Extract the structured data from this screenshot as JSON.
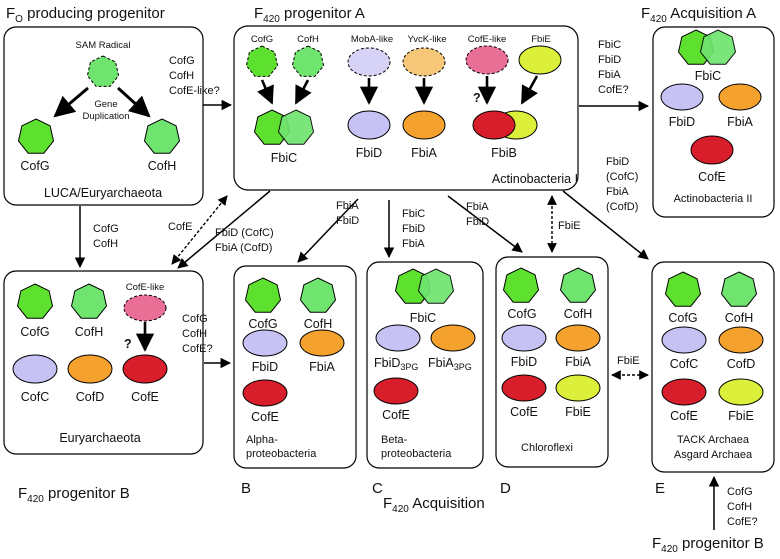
{
  "colors": {
    "cofG": "#5ee02e",
    "cofH": "#6fe46f",
    "radical": "#6fe46f",
    "fbiD": "#c6c2f4",
    "fbiA": "#f5a12e",
    "cofE": "#d81e2a",
    "fbiE": "#dcef3a",
    "cofElike": "#ea6f97",
    "mobA": "#d6d3f7",
    "yvcK": "#f6c778"
  },
  "titles": {
    "fo_progenitor": "F",
    "fo_sub": "O",
    "fo_rest": " producing progenitor",
    "p420_a": "F",
    "p420_a_sub": "420",
    "p420_a_rest": " progenitor A",
    "acq_a": "F",
    "acq_a_sub": "420",
    "acq_a_rest": " Acquisition A",
    "prog_b": "F",
    "prog_b_sub": "420",
    "prog_b_rest": " progenitor B",
    "acq": "F",
    "acq_sub": "420",
    "acq_rest": " Acquisition",
    "prog_b2": "F",
    "prog_b2_sub": "420",
    "prog_b2_rest": " progenitor B"
  },
  "panel_fo": {
    "sam_radical": "SAM Radical",
    "gene": "Gene",
    "duplication": "Duplication",
    "cofg": "CofG",
    "cofh": "CofH",
    "footer": "LUCA/Euryarchaeota"
  },
  "panel_a": {
    "cofg": "CofG",
    "cofh": "CofH",
    "moba": "MobA-like",
    "yvck": "YvcK-like",
    "cofe_like": "CofE-like",
    "fbie": "FbiE",
    "q": "?",
    "fbic": "FbiC",
    "fbid": "FbiD",
    "fbia": "FbiA",
    "fbib": "FbiB",
    "footer": "Actinobacteria I"
  },
  "panel_acq_a": {
    "fbic": "FbiC",
    "fbid": "FbiD",
    "fbia": "FbiA",
    "cofe": "CofE",
    "footer": "Actinobacteria II"
  },
  "panel_b_prog": {
    "cofg": "CofG",
    "cofh": "CofH",
    "cofe_like": "CofE-like",
    "q": "?",
    "cofc": "CofC",
    "cofd": "CofD",
    "cofe": "CofE",
    "footer": "Euryarchaeota"
  },
  "panel_B": {
    "cofg": "CofG",
    "cofh": "CofH",
    "fbid": "FbiD",
    "fbia": "FbiA",
    "cofe": "CofE",
    "footer1": "Alpha-",
    "footer2": "proteobacteria",
    "letter": "B"
  },
  "panel_C": {
    "fbic": "FbiC",
    "fbid": "FbiD",
    "fbid_sub": "3PG",
    "fbia": "FbiA",
    "fbia_sub": "3PG",
    "cofe": "CofE",
    "footer1": "Beta-",
    "footer2": "proteobacteria",
    "letter": "C"
  },
  "panel_D": {
    "cofg": "CofG",
    "cofh": "CofH",
    "fbid": "FbiD",
    "fbia": "FbiA",
    "cofe": "CofE",
    "fbie": "FbiE",
    "footer": "Chloroflexi",
    "letter": "D"
  },
  "panel_E": {
    "cofg": "CofG",
    "cofh": "CofH",
    "cofc": "CofC",
    "cofd": "CofD",
    "cofe": "CofE",
    "fbie": "FbiE",
    "footer1": "TACK Archaea",
    "footer2": "Asgard Archaea",
    "letter": "E"
  },
  "arrows": {
    "fo_to_a": [
      "CofG",
      "CofH",
      "CofE-like?"
    ],
    "a_to_acq": [
      "FbiC",
      "FbiD",
      "FbiA",
      "CofE?"
    ],
    "fo_to_b": [
      "CofG",
      "CofH"
    ],
    "cofe_diag": "CofE",
    "a_to_b": [
      "FbiD (CofC)",
      "FbiA (CofD)"
    ],
    "a_to_B": [
      "FbiA",
      "FbiD"
    ],
    "a_to_C": [
      "FbiC",
      "FbiD",
      "FbiA"
    ],
    "a_to_D": [
      "FbiA",
      "FbiD"
    ],
    "fbie_vert": "FbiE",
    "a_to_E": [
      "FbiD",
      "(CofC)",
      "FbiA",
      "(CofD)"
    ],
    "b_to_B": [
      "CofG",
      "CofH",
      "CofE?"
    ],
    "fbie_horiz": "FbiE",
    "b2_to_E": [
      "CofG",
      "CofH",
      "CofE?"
    ]
  }
}
